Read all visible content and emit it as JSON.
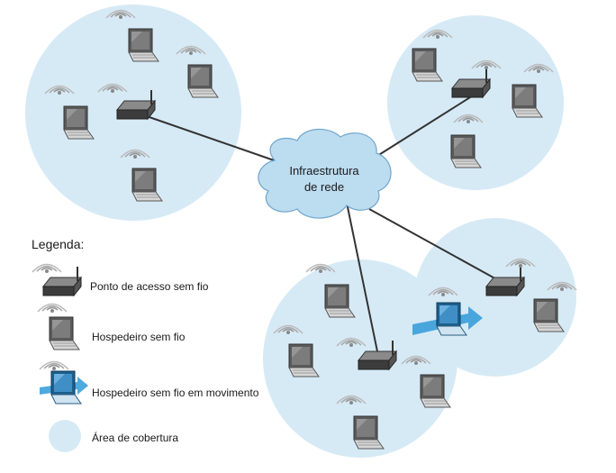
{
  "network": {
    "line1": "Infraestrutura",
    "line2": "de rede"
  },
  "legend": {
    "title": "Legenda:",
    "access_point": "Ponto de acesso sem fio",
    "host": "Hospedeiro sem fio",
    "mobile_host": "Hospedeiro sem fio em movimento",
    "coverage": "Área de cobertura"
  },
  "colors": {
    "coverage": "#d6eaf6",
    "cloud": "#bcdcf0",
    "link": "#333333",
    "mobile_arrow": "#2f9ad8"
  }
}
